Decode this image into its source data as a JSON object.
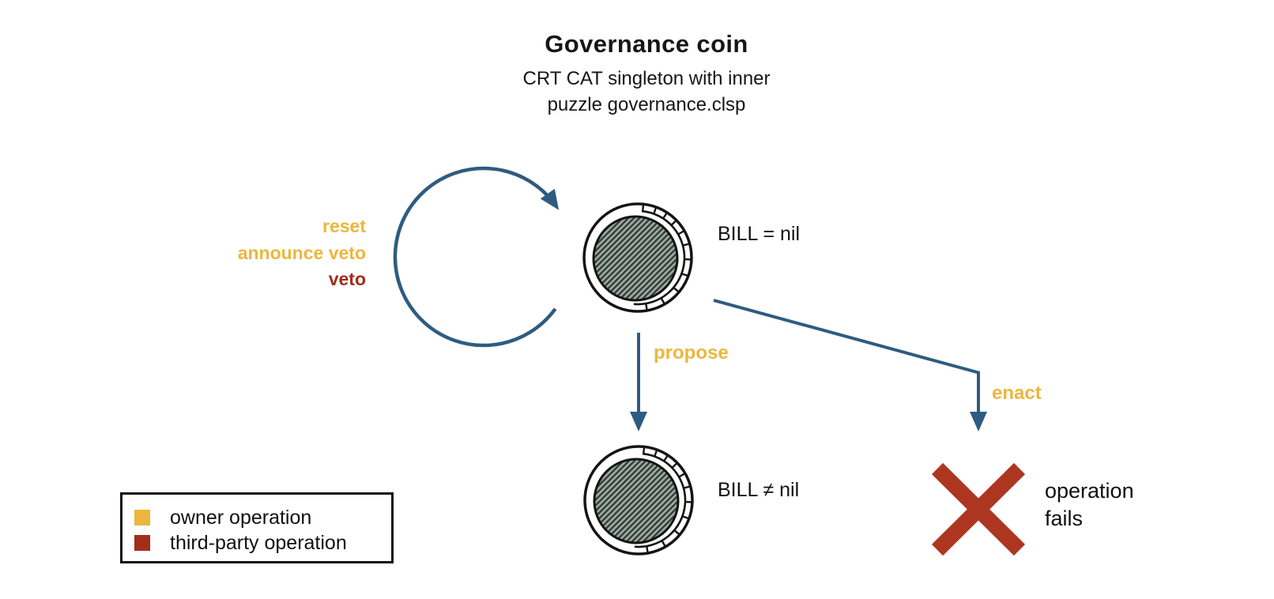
{
  "header": {
    "title": "Governance coin",
    "subtitle_line1": "CRT CAT singleton with inner",
    "subtitle_line2": "puzzle governance.clsp"
  },
  "self_loop": {
    "labels": [
      {
        "text": "reset",
        "type": "owner"
      },
      {
        "text": "announce veto",
        "type": "owner"
      },
      {
        "text": "veto",
        "type": "third_party"
      }
    ]
  },
  "states": {
    "initial": {
      "label": "BILL = nil"
    },
    "proposed": {
      "label": "BILL ≠ nil"
    }
  },
  "transitions": {
    "propose": {
      "label": "propose",
      "type": "owner"
    },
    "enact": {
      "label": "enact",
      "type": "owner"
    }
  },
  "failure": {
    "line1": "operation",
    "line2": "fails"
  },
  "legend": {
    "items": [
      {
        "label": "owner operation",
        "type": "owner"
      },
      {
        "label": "third-party operation",
        "type": "third_party"
      }
    ]
  },
  "colors": {
    "owner_yellow": "#edb63e",
    "third_party_red": "#a22d1c",
    "arrow_blue": "#2e5c80",
    "fail_red": "#ad3621",
    "hatch_light": "#9daba1",
    "hatch_dark": "#2f3934",
    "ink": "#141414"
  }
}
